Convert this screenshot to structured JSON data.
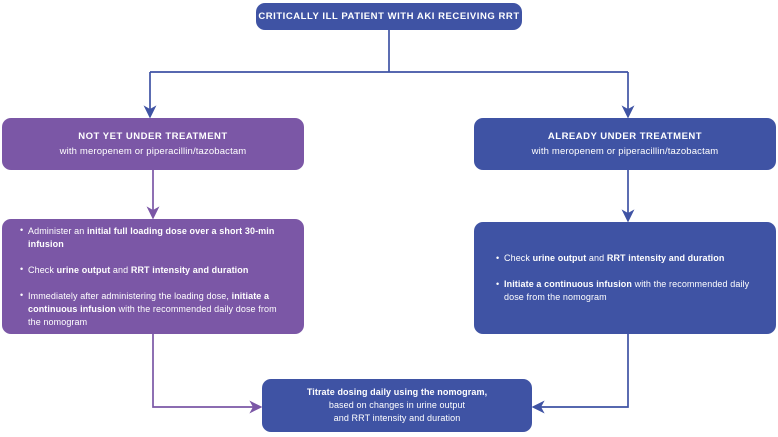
{
  "colors": {
    "blue": "#3f53a4",
    "purple": "#7b57a6",
    "background": "#ffffff",
    "text": "#ffffff"
  },
  "root": {
    "title": "CRITICALLY ILL PATIENT WITH AKI RECEIVING RRT"
  },
  "branches": {
    "left": {
      "header_title": "NOT YET UNDER TREATMENT",
      "header_subtitle": "with meropenem or piperacillin/tazobactam",
      "bullets": [
        {
          "segments": [
            {
              "text": "Administer an ",
              "bold": false
            },
            {
              "text": "initial full loading dose over a short 30-min infusion",
              "bold": true
            }
          ]
        },
        {
          "segments": [
            {
              "text": "Check ",
              "bold": false
            },
            {
              "text": "urine output",
              "bold": true
            },
            {
              "text": " and ",
              "bold": false
            },
            {
              "text": "RRT intensity and duration",
              "bold": true
            }
          ]
        },
        {
          "segments": [
            {
              "text": "Immediately after administering the loading dose, ",
              "bold": false
            },
            {
              "text": "initiate a continuous infusion",
              "bold": true
            },
            {
              "text": " with the recommended daily dose from the nomogram",
              "bold": false
            }
          ]
        }
      ]
    },
    "right": {
      "header_title": "ALREADY UNDER TREATMENT",
      "header_subtitle": "with meropenem or piperacillin/tazobactam",
      "bullets": [
        {
          "segments": [
            {
              "text": "Check ",
              "bold": false
            },
            {
              "text": "urine output",
              "bold": true
            },
            {
              "text": " and ",
              "bold": false
            },
            {
              "text": "RRT intensity and duration",
              "bold": true
            }
          ]
        },
        {
          "segments": [
            {
              "text": "Initiate a continuous infusion",
              "bold": true
            },
            {
              "text": " with the recommended daily dose from the nomogram",
              "bold": false
            }
          ]
        }
      ]
    }
  },
  "bottom": {
    "line1": "Titrate dosing daily using the nomogram,",
    "line2": "based on changes in urine output",
    "line3": "and RRT intensity and duration"
  }
}
